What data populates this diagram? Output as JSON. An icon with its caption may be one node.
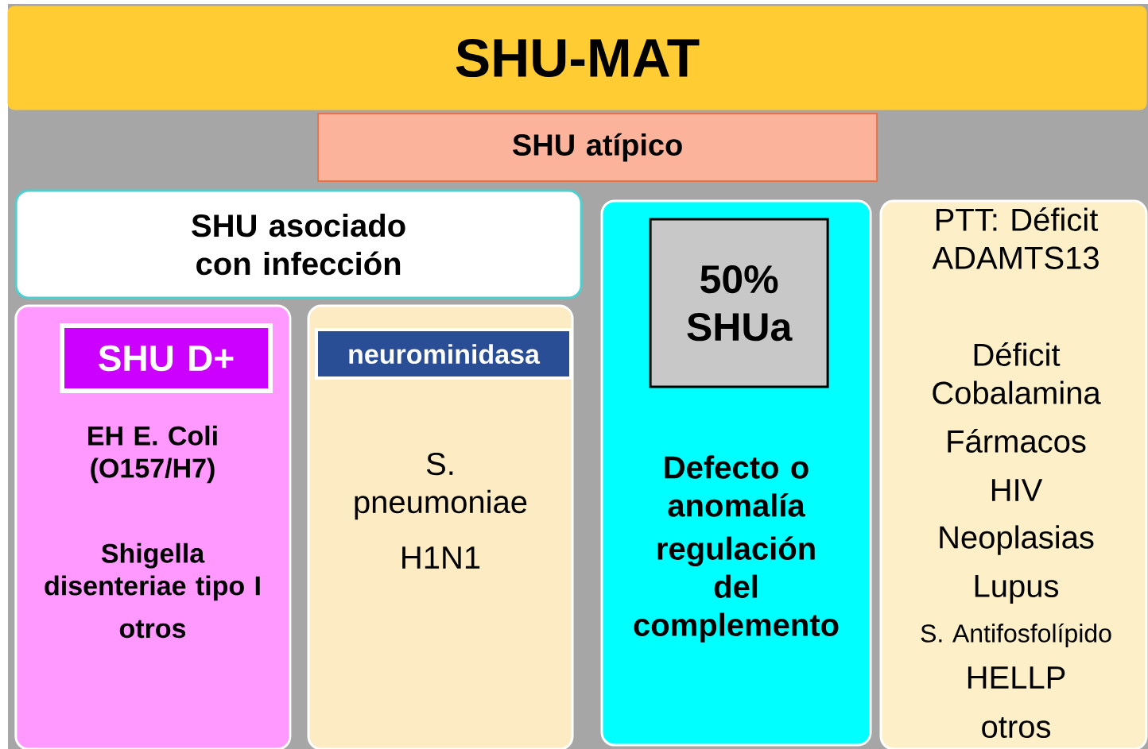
{
  "diagram": {
    "nodes": [
      {
        "text": [
          "SHU-MAT"
        ]
      },
      {
        "text": [
          "SHU atípico"
        ]
      },
      {
        "text": [
          "SHU asociado con infección"
        ]
      },
      {
        "text": [
          "EH E. Coli (O157/H7)",
          "Shigella disenteriae tipo I",
          "otros"
        ]
      },
      {
        "text": [
          "SHU  D+"
        ],
        "in": 3
      },
      {
        "text": [
          "S. pneumoniae",
          "H1N1"
        ]
      },
      {
        "text": [
          "neurominidasa"
        ],
        "in": 5
      },
      {
        "text": [
          "Defecto o anomalía",
          "regulación del complemento"
        ]
      },
      {
        "text": [
          "50% SHUa"
        ],
        "in": 7
      },
      {
        "text": [
          "PTT: Déficit ADAMTS13",
          "Déficit Cobalamina",
          "Fármacos",
          "HIV",
          "Neoplasias",
          "Lupus",
          "S. Antifosfolípido",
          "HELLP",
          "otros"
        ]
      }
    ]
  }
}
